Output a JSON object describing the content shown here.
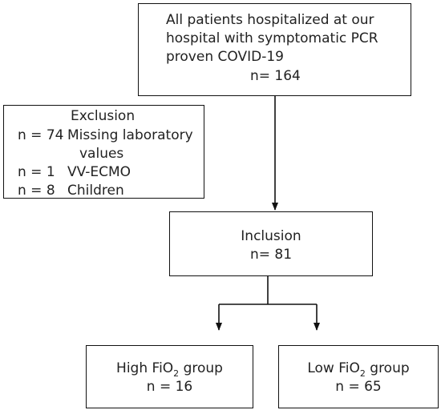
{
  "start": {
    "lines": [
      "All patients hospitalized at our",
      "hospital with symptomatic PCR",
      "proven COVID-19"
    ],
    "count": "n= 164"
  },
  "exclusion": {
    "title": "Exclusion",
    "rows": [
      {
        "n": "n = 74",
        "reason": "Missing laboratory",
        "reason_cont": "values"
      },
      {
        "n": "n = 1",
        "reason": "VV-ECMO"
      },
      {
        "n": "n = 8",
        "reason": "Children"
      }
    ]
  },
  "inclusion": {
    "title": "Inclusion",
    "count": "n= 81"
  },
  "groups": {
    "high": {
      "prefix": "High FiO",
      "subscript": "2",
      "suffix": " group",
      "count": "n = 16"
    },
    "low": {
      "prefix": "Low FiO",
      "subscript": "2",
      "suffix": " group",
      "count": "n = 65"
    }
  }
}
